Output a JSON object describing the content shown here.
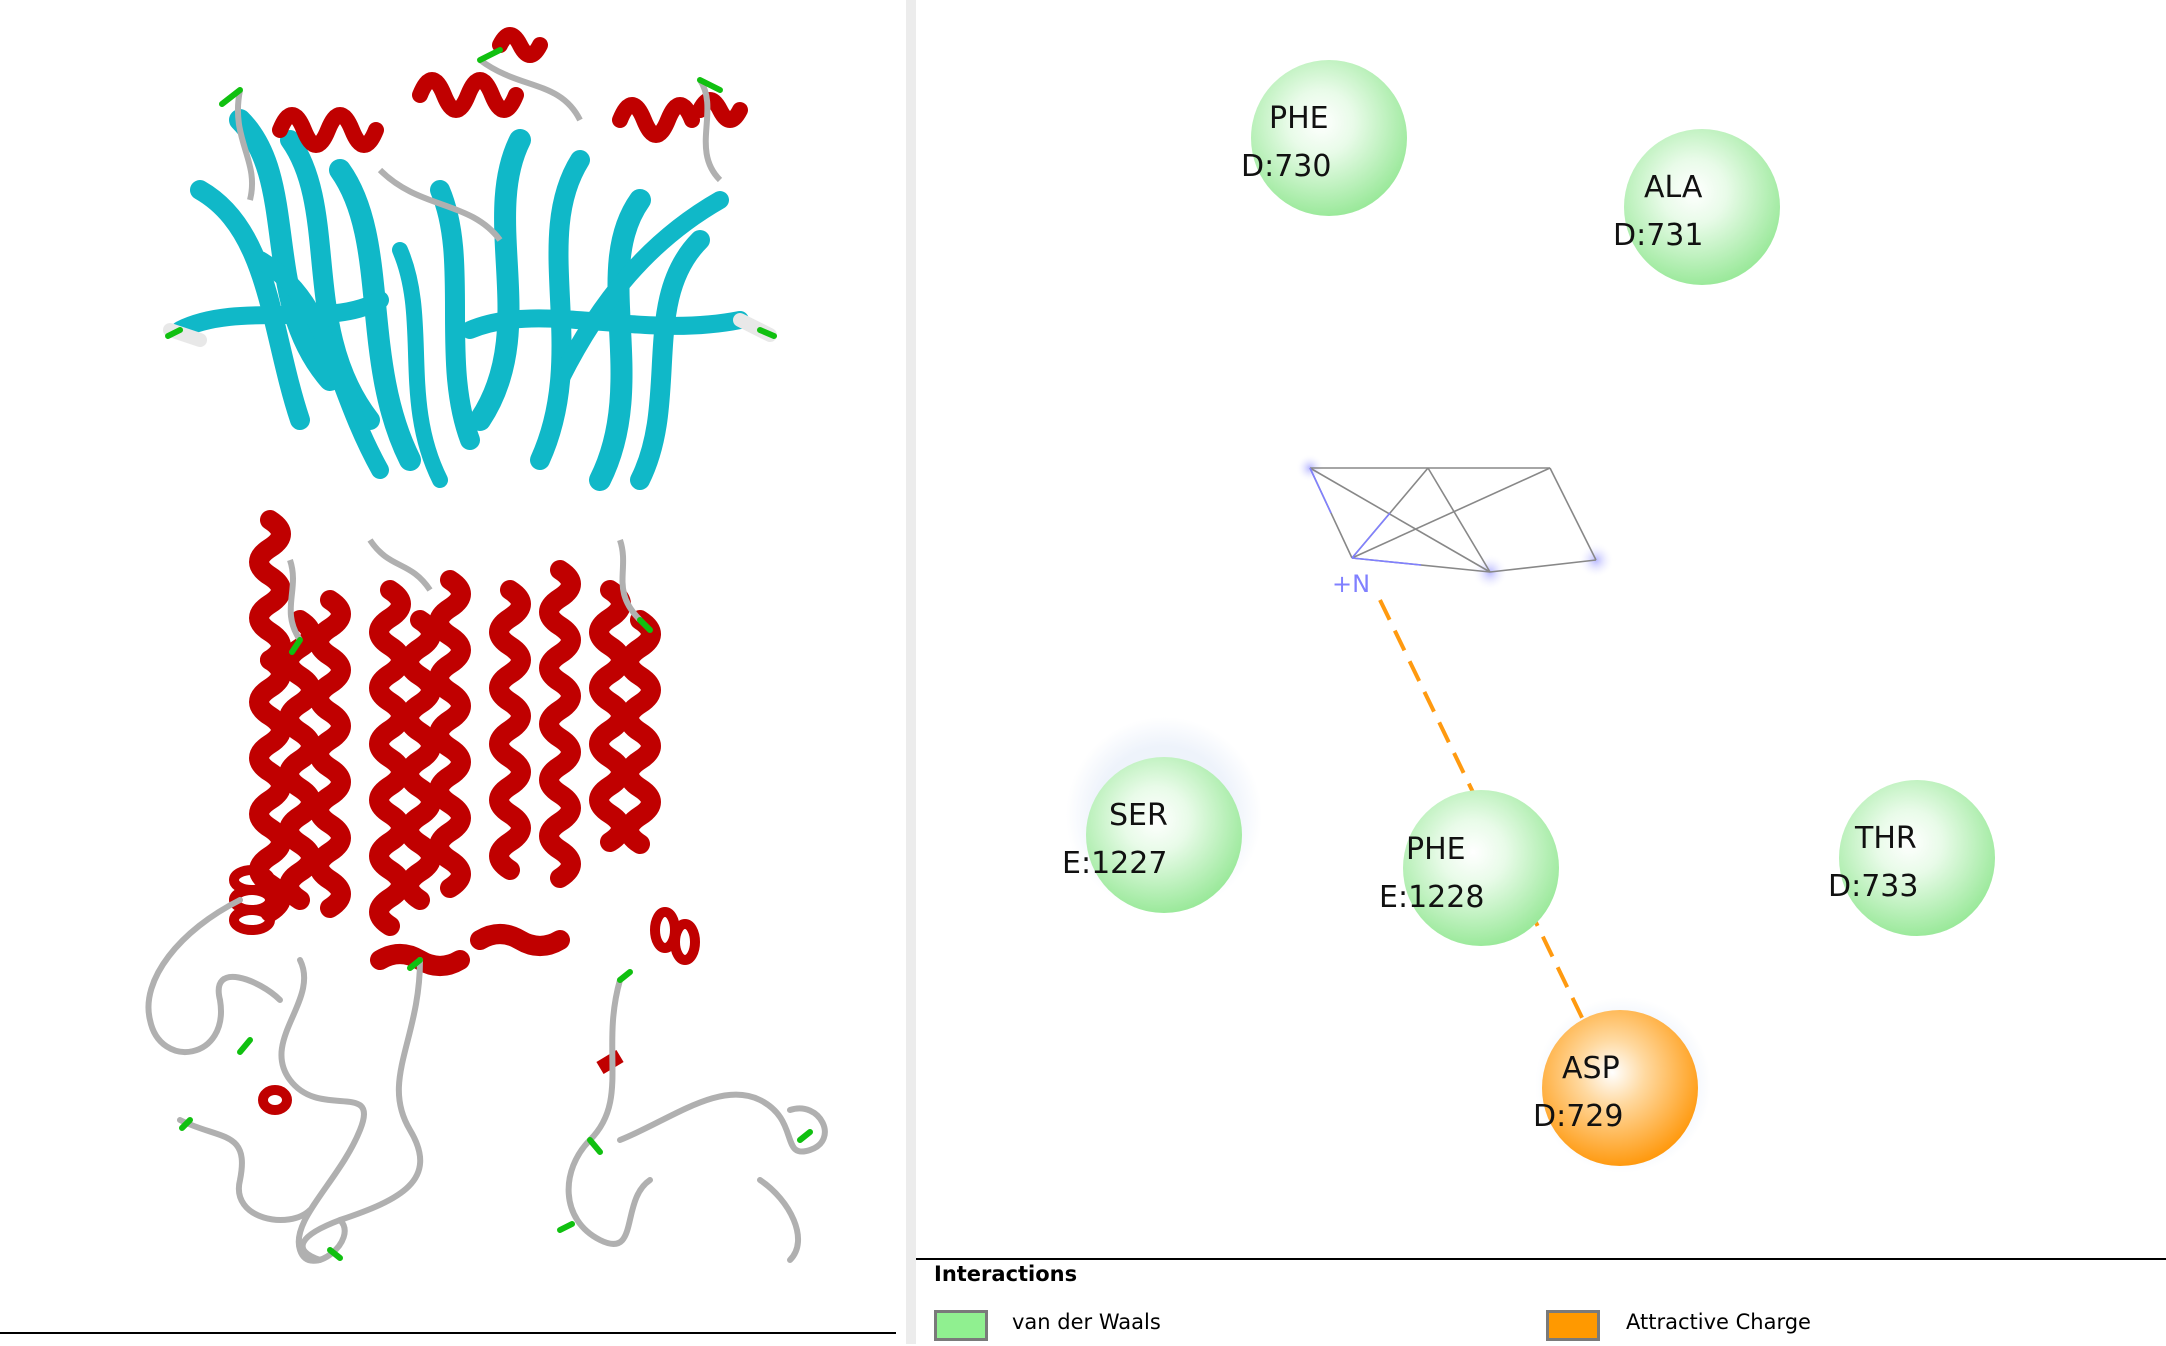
{
  "residues": [
    {
      "name": "PHE",
      "id": "D:730",
      "type": "vdw"
    },
    {
      "name": "ALA",
      "id": "D:731",
      "type": "vdw"
    },
    {
      "name": "SER",
      "id": "E:1227",
      "type": "vdw"
    },
    {
      "name": "PHE",
      "id": "E:1228",
      "type": "vdw"
    },
    {
      "name": "THR",
      "id": "D:733",
      "type": "vdw"
    },
    {
      "name": "ASP",
      "id": "D:729",
      "type": "charge"
    }
  ],
  "ligand": {
    "charge_label": "+N"
  },
  "legend": {
    "title": "Interactions",
    "items": [
      {
        "label": "van der Waals",
        "color": "#90f090"
      },
      {
        "label": "Attractive Charge",
        "color": "#ff9900"
      }
    ]
  },
  "colors": {
    "helix": "#c00000",
    "sheet": "#10b8c8",
    "coil": "#b0b0b0",
    "turn": "#10c010",
    "vdw": "#8fe88f",
    "charge": "#ff9a10",
    "ligand_bonds": "#888888",
    "nitrogen": "#8080ff"
  }
}
